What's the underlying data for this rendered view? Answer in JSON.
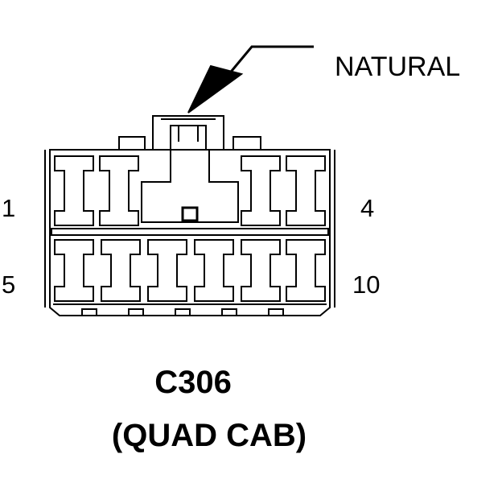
{
  "connector": {
    "id": "C306",
    "variant": "(QUAD CAB)",
    "color": "NATURAL"
  },
  "pins": {
    "top_left": "1",
    "top_right": "4",
    "bottom_left": "5",
    "bottom_right": "10"
  }
}
